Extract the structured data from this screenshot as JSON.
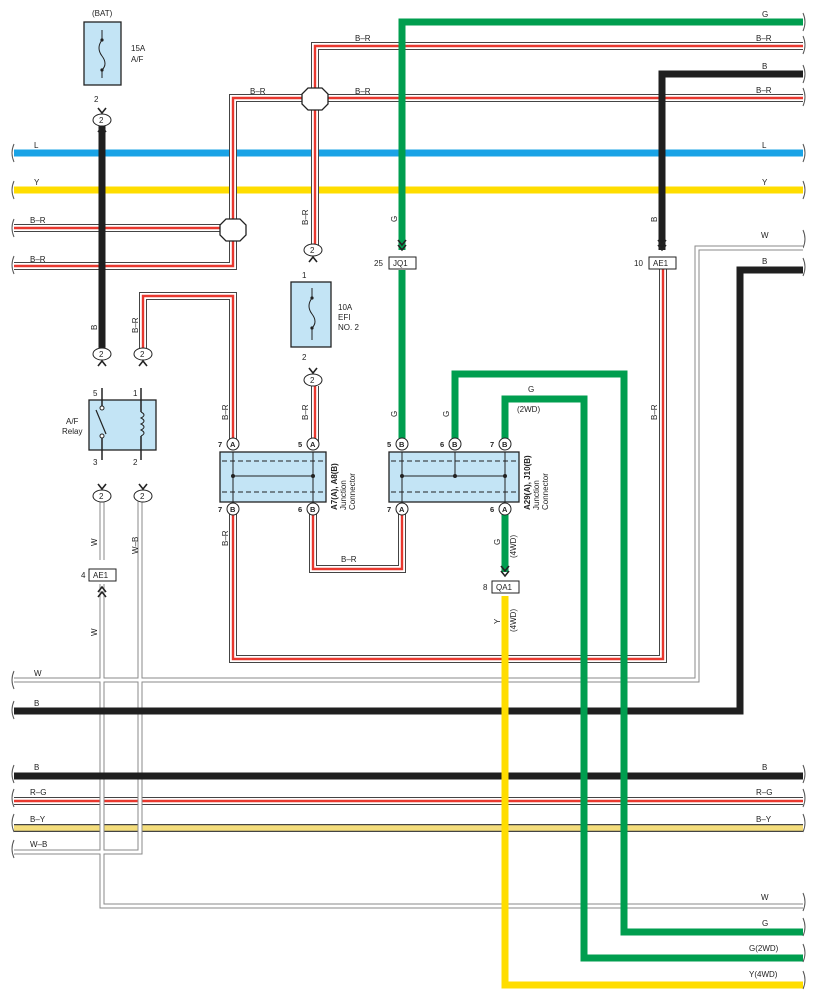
{
  "colors": {
    "G": "#009e4f",
    "L": "#1aa3e6",
    "Y": "#ffdd00",
    "B": "#1f1f1f",
    "R": "#e8382f",
    "W": "#b4b4b4",
    "fuse_fill": "#c3e4f5",
    "jc_fill": "#c3e4f5"
  },
  "left_bus": {
    "L": "L",
    "Y": "Y",
    "BR1": "B–R",
    "BR2": "B–R",
    "W": "W",
    "B": "B",
    "B2": "B",
    "RG": "R–G",
    "BY": "B–Y",
    "WB": "W–B"
  },
  "right_bus": {
    "G": "G",
    "BR1": "B–R",
    "B": "B",
    "BR2": "B–R",
    "L": "L",
    "Y": "Y",
    "W": "W",
    "B2": "B",
    "B3": "B",
    "RG": "R–G",
    "BY": "B–Y",
    "W2": "W",
    "G2": "G",
    "G2WD": "G(2WD)",
    "Y4WD": "Y(4WD)"
  },
  "wire_labels": {
    "br_top": "B–R",
    "br_top2": "B–R",
    "b_fuse": "B",
    "br_relay": "B–R",
    "br_efi_top": "B–R",
    "br_a7": "B–R",
    "br_a5": "B–R",
    "br_b7": "B–R",
    "br_bottom": "B–R",
    "g_jq1": "G",
    "g_b5": "G",
    "g_b6": "G",
    "g_b7": "G",
    "g_2wd": "(2WD)",
    "g_a6": "G",
    "g_4wd": "(4WD)",
    "y_qa1": "Y",
    "y_4wd": "(4WD)",
    "b_ae1": "B",
    "br_ae1": "B–R",
    "w_relay": "W",
    "wb_relay": "W–B",
    "w_ae1": "W"
  },
  "fuse_af": {
    "source": "(BAT)",
    "rating": "15A",
    "name": "A/F",
    "pin": "2"
  },
  "fuse_efi": {
    "rating": "10A",
    "name": "EFI",
    "name2": "NO. 2",
    "pin_top": "1",
    "pin_bottom": "2"
  },
  "relay": {
    "name": "A/F",
    "name2": "Relay",
    "pin5": "5",
    "pin1": "1",
    "pin3": "3",
    "pin2": "2"
  },
  "jc1": {
    "title": "A7(A), A8(B)",
    "line2": "Junction",
    "line3": "Connector",
    "top_pins": [
      {
        "num": "7",
        "letter": "A"
      },
      {
        "num": "5",
        "letter": "A"
      }
    ],
    "bottom_pins": [
      {
        "num": "7",
        "letter": "B"
      },
      {
        "num": "6",
        "letter": "B"
      }
    ]
  },
  "jc2": {
    "title": "A29(A), J10(B)",
    "line2": "Junction",
    "line3": "Connector",
    "top_pins": [
      {
        "num": "5",
        "letter": "B"
      },
      {
        "num": "6",
        "letter": "B"
      },
      {
        "num": "7",
        "letter": "B"
      }
    ],
    "bottom_pins": [
      {
        "num": "7",
        "letter": "A"
      },
      {
        "num": "6",
        "letter": "A"
      }
    ]
  },
  "connectors": {
    "jq1": {
      "pin": "25",
      "name": "JQ1"
    },
    "ae1_right": {
      "pin": "10",
      "name": "AE1"
    },
    "ae1_left": {
      "pin": "4",
      "name": "AE1"
    },
    "qa1": {
      "pin": "8",
      "name": "QA1"
    }
  },
  "plugs": {
    "two": "2"
  }
}
